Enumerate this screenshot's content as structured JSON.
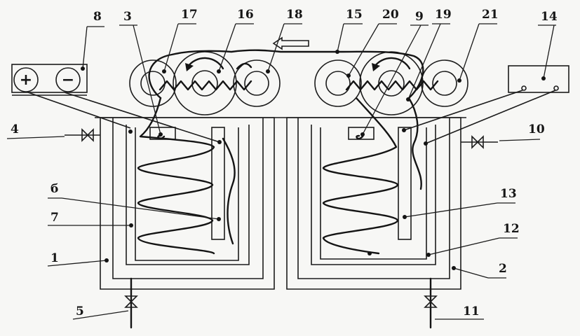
{
  "labels": {
    "l1": "1",
    "l2": "2",
    "l3": "3",
    "l4": "4",
    "l5": "5",
    "l6": "б",
    "l7": "7",
    "l8": "8",
    "l9": "9",
    "l10": "10",
    "l11": "11",
    "l12": "12",
    "l13": "13",
    "l14": "14",
    "l15": "15",
    "l16": "16",
    "l17": "17",
    "l18": "18",
    "l19": "19",
    "l20": "20",
    "l21": "21"
  },
  "power": {
    "plus": "+",
    "minus": "−"
  }
}
